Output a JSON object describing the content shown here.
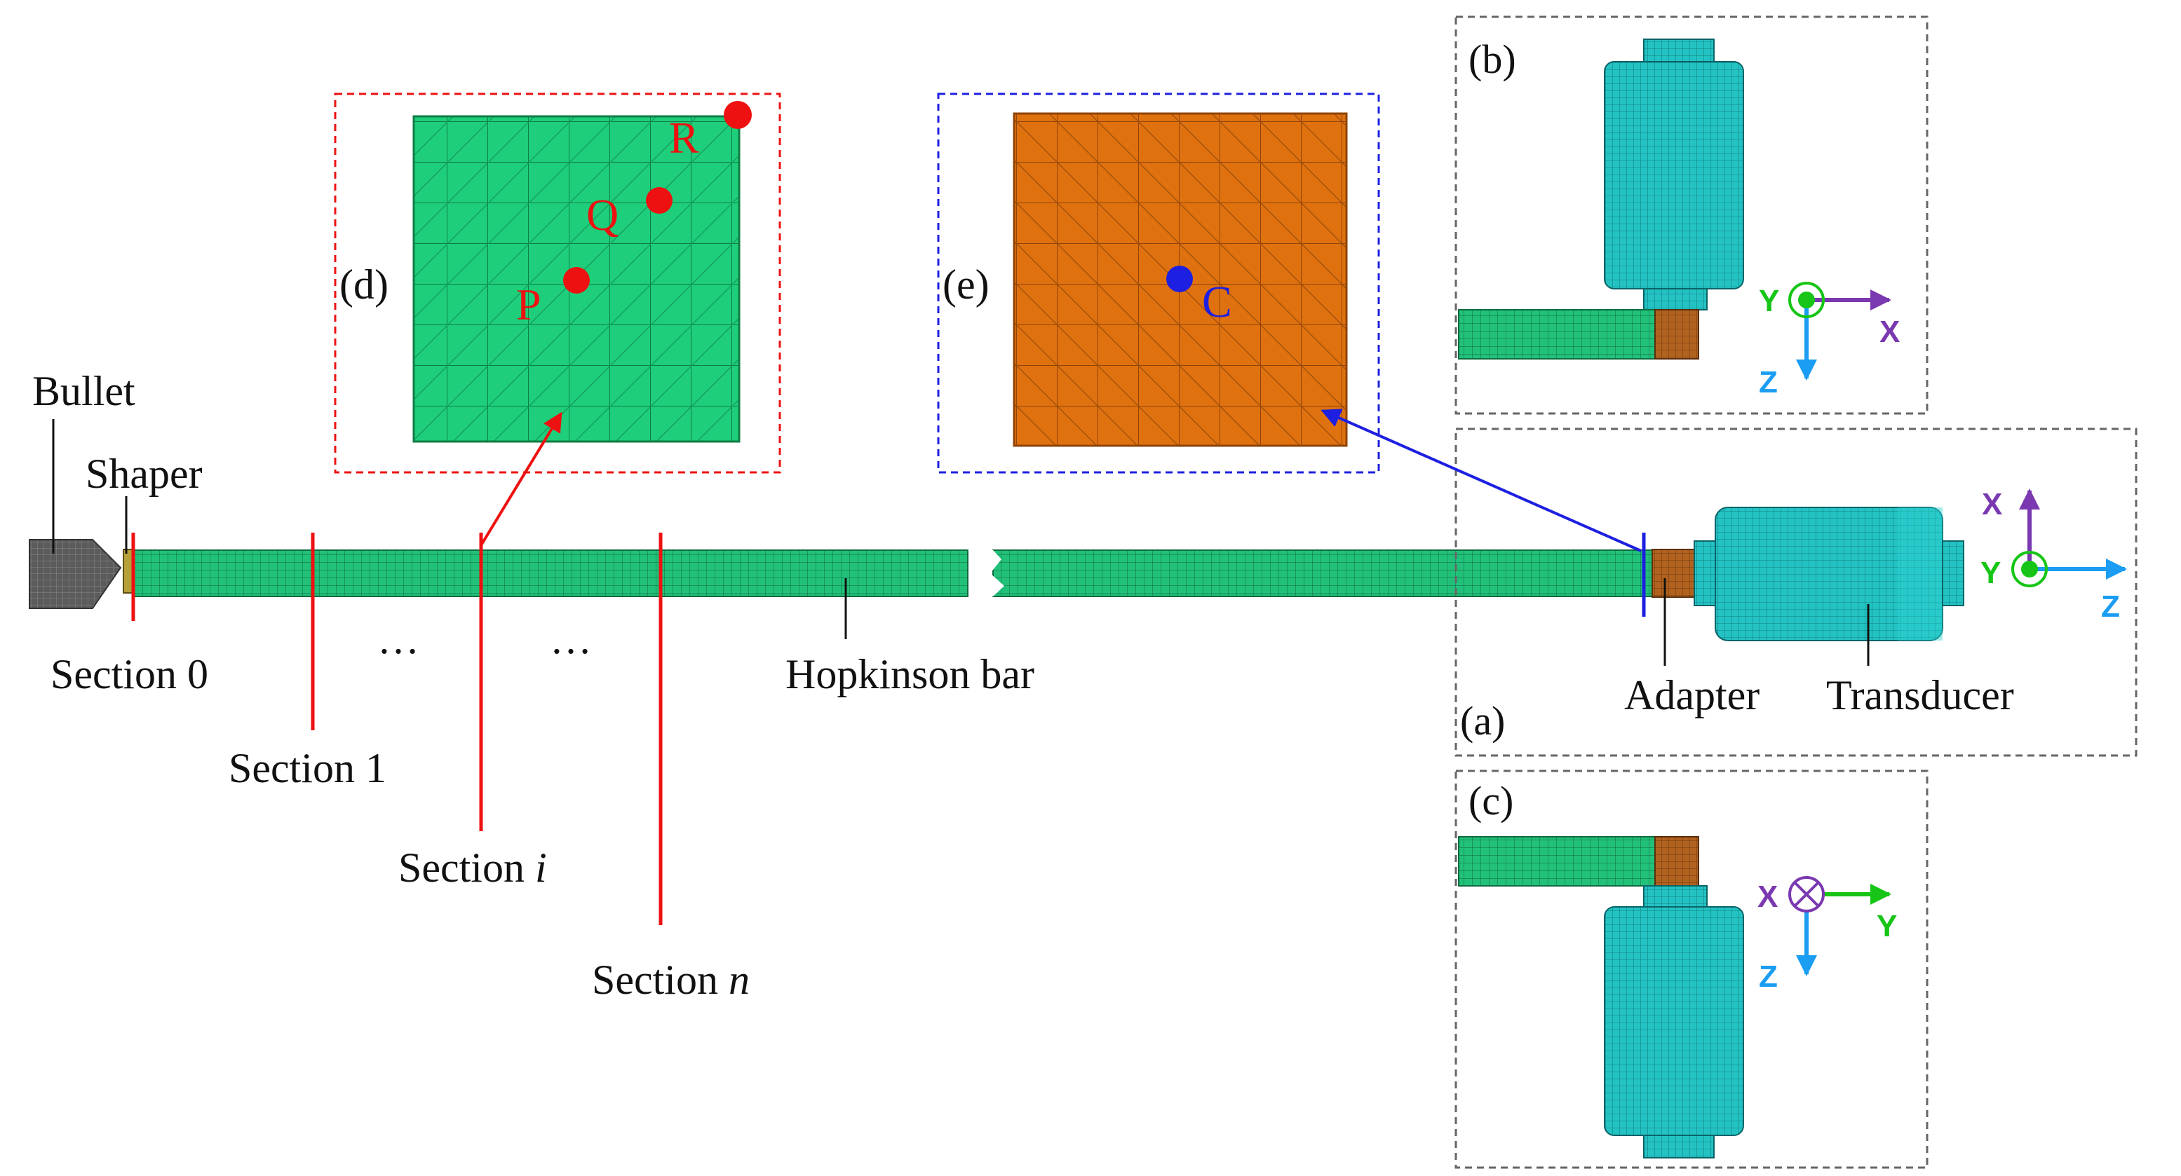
{
  "colors": {
    "bar_green": "#22c17a",
    "transducer_teal": "#24c3c3",
    "adapter_brown": "#b2621f",
    "orange_face": "#e0710f",
    "green_face": "#1ece7a",
    "red": "#ee1111",
    "blue": "#1d20e0",
    "x_axis": "#7a39b0",
    "y_axis": "#16c516",
    "z_axis": "#1a9df2"
  },
  "labels": {
    "bullet": "Bullet",
    "shaper": "Shaper",
    "section0": "Section 0",
    "section1": "Section 1",
    "section_i_prefix": "Section ",
    "section_i_var": "i",
    "section_n_prefix": "Section ",
    "section_n_var": "n",
    "dots": "…",
    "hopkinson_bar": "Hopkinson bar",
    "adapter": "Adapter",
    "transducer": "Transducer"
  },
  "panels": {
    "a": "(a)",
    "b": "(b)",
    "c": "(c)",
    "d": "(d)",
    "e": "(e)"
  },
  "points": {
    "P": "P",
    "Q": "Q",
    "R": "R",
    "C": "C"
  },
  "axes": {
    "x": "X",
    "y": "Y",
    "z": "Z"
  }
}
